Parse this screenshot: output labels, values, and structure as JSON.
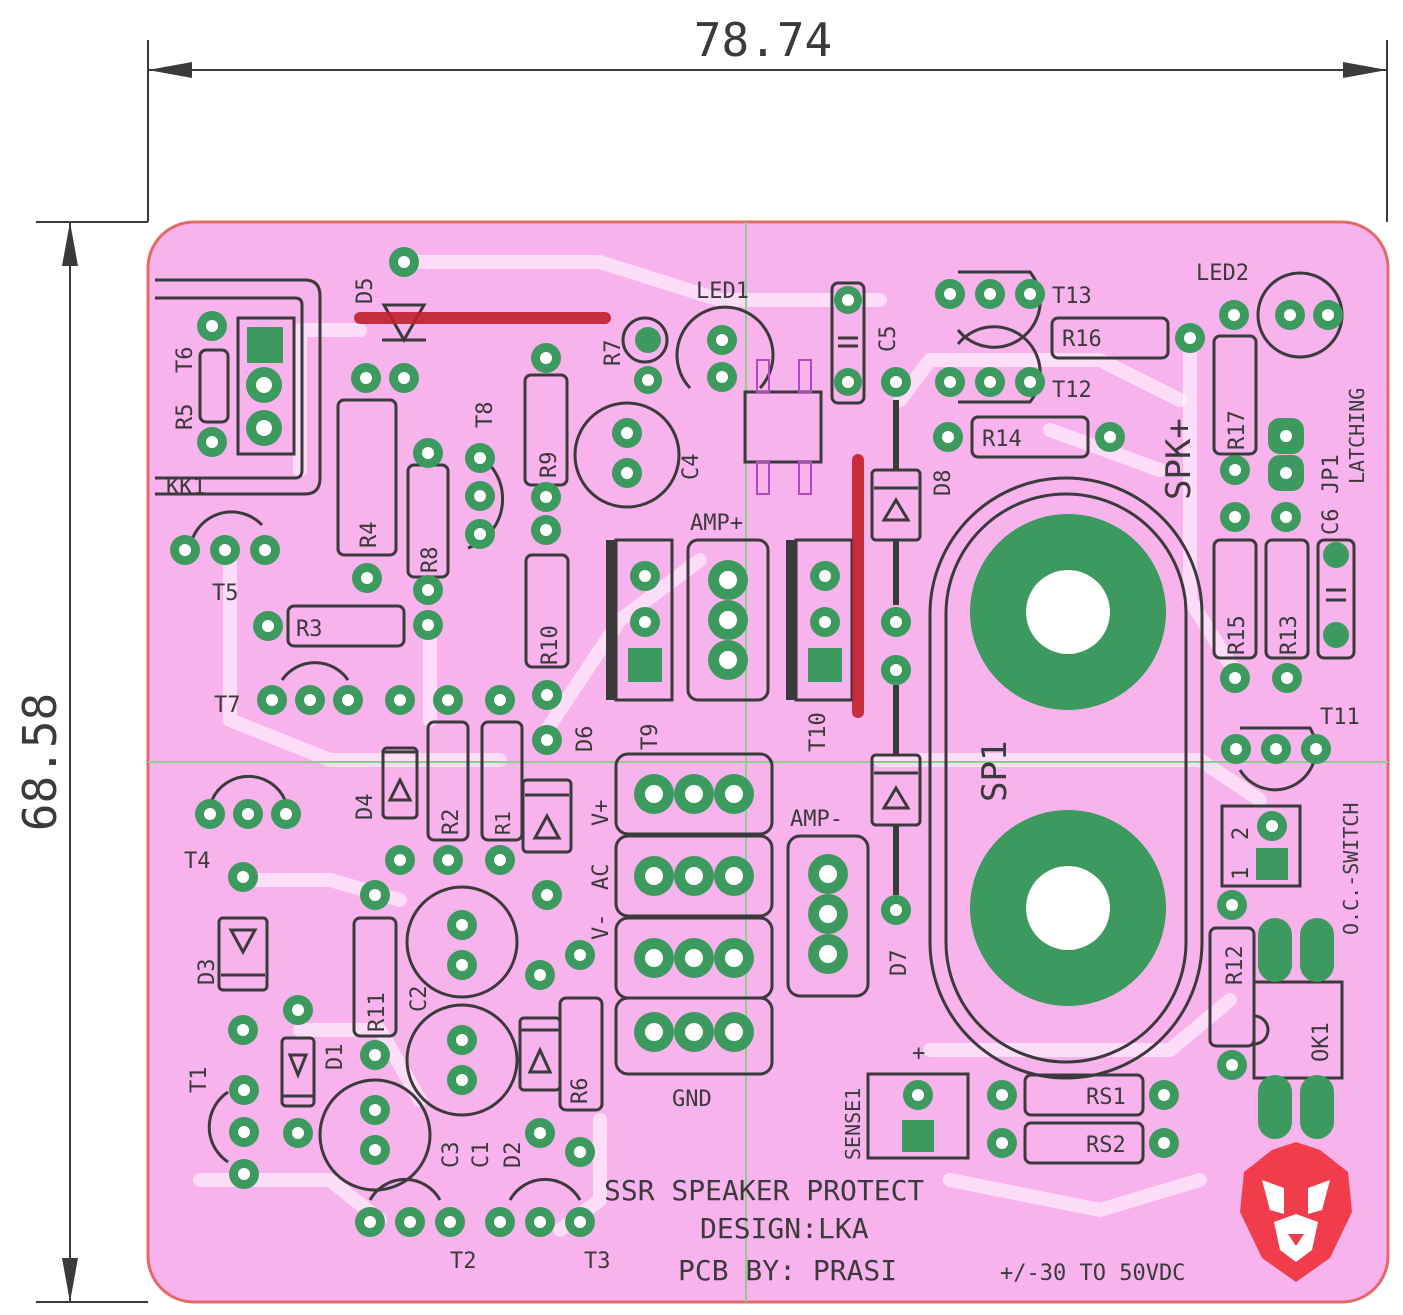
{
  "dimensions": {
    "width_label": "78.74",
    "height_label": "68.58"
  },
  "colors": {
    "board": "#f8b2ec",
    "edge": "#e46a6a",
    "copper": "#3c9a5f",
    "silk": "#3a3a3a",
    "jumper": "#c0202a",
    "crosshair": "#8ccf8c",
    "logo": "#f03c4b"
  },
  "components": {
    "d5": "D5",
    "r5": "R5",
    "t6": "T6",
    "kk1": "KK1",
    "r4": "R4",
    "r8": "R8",
    "t8": "T8",
    "r9": "R9",
    "r7": "R7",
    "led1": "LED1",
    "c4": "C4",
    "c5": "C5",
    "t13": "T13",
    "t12": "T12",
    "r16": "R16",
    "r14": "R14",
    "led2": "LED2",
    "r17": "R17",
    "spk": "SPK+",
    "jp1": "JP1",
    "latching": "LATCHING",
    "c6": "C6",
    "t5": "T5",
    "r3": "R3",
    "r10": "R10",
    "amp_plus": "AMP+",
    "d8": "D8",
    "r15": "R15",
    "r13": "R13",
    "t7": "T7",
    "d6": "D6",
    "t9": "T9",
    "t10": "T10",
    "t11": "T11",
    "sp1": "SP1",
    "d4": "D4",
    "r2": "R2",
    "r1": "R1",
    "v_plus": "V+",
    "amp_minus": "AMP-",
    "oc_switch": "O.C.-SWITCH",
    "pin1": "1",
    "pin2": "2",
    "t4": "T4",
    "ac": "AC",
    "v_minus": "V-",
    "d3": "D3",
    "r11": "R11",
    "c2": "C2",
    "d7": "D7",
    "r12": "R12",
    "ok1": "OK1",
    "t1": "T1",
    "d1": "D1",
    "r6": "R6",
    "gnd": "GND",
    "sense1": "SENSE1",
    "plus": "+",
    "rs1": "RS1",
    "rs2": "RS2",
    "c3": "C3",
    "c1": "C1",
    "d2": "D2",
    "t2": "T2",
    "t3": "T3"
  },
  "notes": {
    "title": "SSR SPEAKER PROTECT",
    "design": "DESIGN:LKA",
    "pcb_by": "PCB BY: PRASI",
    "voltage": "+/-30 TO 50VDC"
  },
  "logo": {
    "name": "lion-logo-icon"
  }
}
